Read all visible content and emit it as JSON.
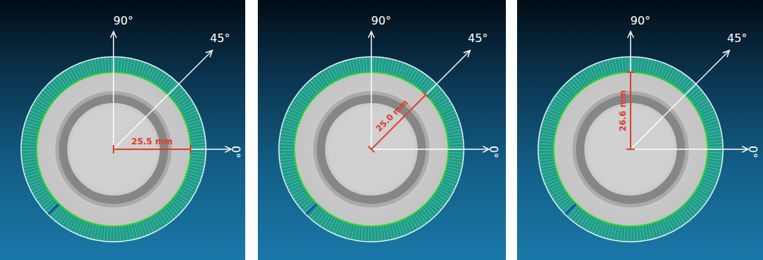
{
  "diagram": {
    "labels": [
      "90°",
      "45°",
      "0°",
      "25.5 mm",
      "90°",
      "45°",
      "0°",
      "25.0 mm",
      "90°",
      "45°",
      "0°",
      "26.6 mm"
    ]
  }
}
